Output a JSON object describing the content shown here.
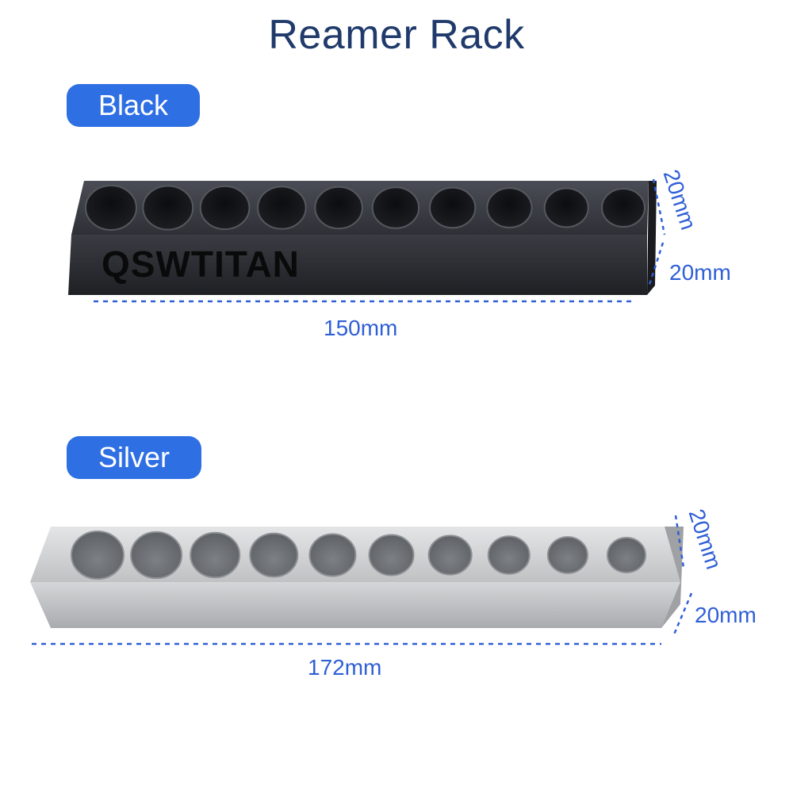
{
  "title": "Reamer Rack",
  "variants": [
    {
      "label": "Black",
      "brand": "QSWTITAN",
      "length": "150mm",
      "height": "20mm",
      "depth": "20mm",
      "holes": 10,
      "color": "#2b2d33"
    },
    {
      "label": "Silver",
      "length": "172mm",
      "height": "20mm",
      "depth": "20mm",
      "holes": 10,
      "color": "#c9cbcd"
    }
  ],
  "colors": {
    "accent": "#2f6fe4",
    "title": "#1f3a6b",
    "dimension": "#2f5fd6"
  }
}
